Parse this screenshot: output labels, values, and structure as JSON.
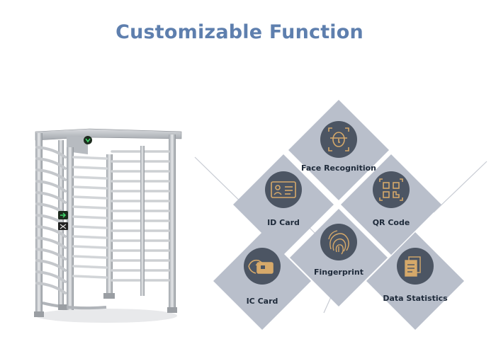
{
  "page": {
    "title": "Customizable Function"
  },
  "colors": {
    "title": "#5e7fae",
    "tile": "#b9bfcb",
    "icon_circle": "#4c5563",
    "icon_stroke": "#d6a96a",
    "line": "#c7cbd3"
  },
  "product": {
    "image": "full-height-turnstile"
  },
  "features": [
    {
      "label": "Face Recognition",
      "icon": "face-recognition-icon"
    },
    {
      "label": "ID Card",
      "icon": "id-card-icon"
    },
    {
      "label": "QR Code",
      "icon": "qr-code-icon"
    },
    {
      "label": "Fingerprint",
      "icon": "fingerprint-icon"
    },
    {
      "label": "IC Card",
      "icon": "ic-card-icon"
    },
    {
      "label": "Data Statistics",
      "icon": "data-statistics-icon"
    }
  ]
}
